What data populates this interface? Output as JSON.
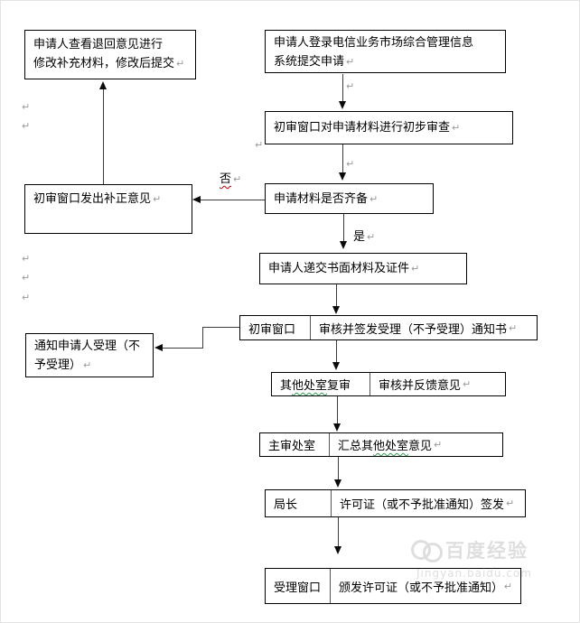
{
  "marks": {
    "pilcrow": "↵"
  },
  "labels": {
    "no": "否",
    "yes": "是"
  },
  "boxes": {
    "revise": {
      "line1": "申请人查看退回意见进行",
      "line2": "修改补充材料，修改后提交"
    },
    "login": {
      "line1": "申请人登录电信业务市场综合管理信息",
      "line2": "系统提交申请"
    },
    "preliminary_review": {
      "text": "初审窗口对申请材料进行初步审查"
    },
    "materials_complete": {
      "text": "申请材料是否齐备"
    },
    "correction_notice": {
      "text": "初审窗口发出补正意见"
    },
    "submit_paper": {
      "text": "申请人递交书面材料及证件"
    },
    "notify_applicant": {
      "line1": "通知申请人受理（不",
      "line2": "予受理）"
    }
  },
  "rows": {
    "initial_window": {
      "cell1": "初审窗口",
      "cell2": "审核并签发受理（不予受理）通知书"
    },
    "other_offices": {
      "cell1_pre": "其",
      "cell1_wavy": "他处室",
      "cell1_post": "复审",
      "cell2": "审核并反馈意见"
    },
    "main_office": {
      "cell1": "主审处室",
      "cell2_pre": "汇总其",
      "cell2_wavy": "他处室",
      "cell2_post": "意见"
    },
    "director": {
      "cell1": "局长",
      "cell2": "许可证（或不予批准通知）签发"
    },
    "accept_window": {
      "cell1": "受理窗口",
      "cell2": "颁发许可证（或不予批准通知）"
    }
  },
  "watermark": {
    "title": "百度经验",
    "url": "Jingyan.baidu.com"
  }
}
